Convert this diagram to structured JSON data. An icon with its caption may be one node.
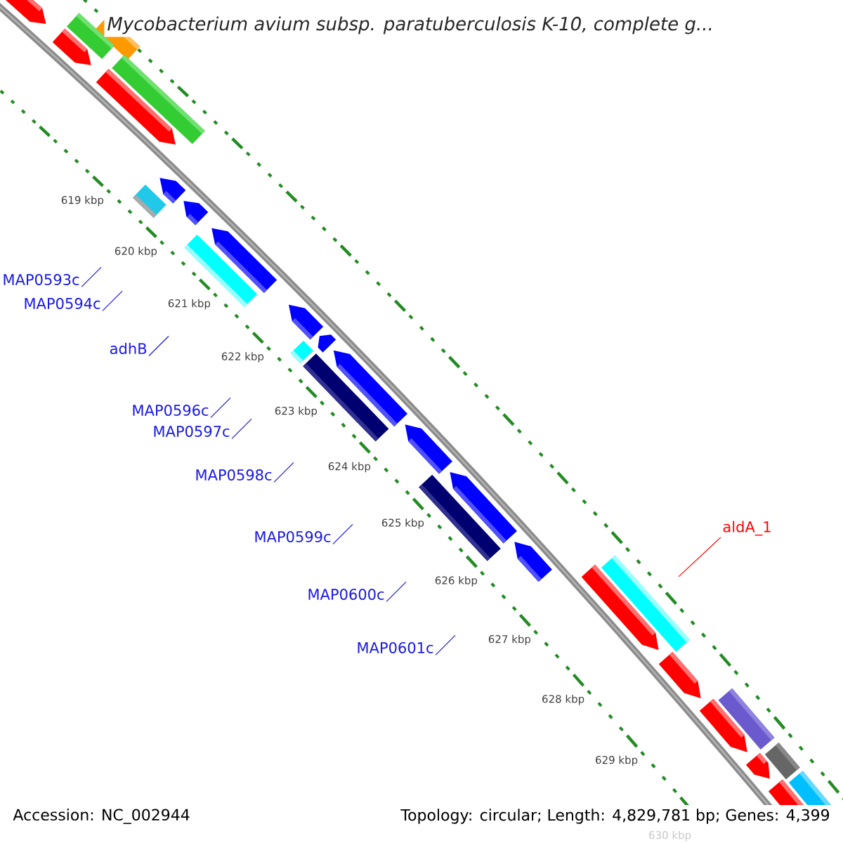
{
  "diagram": {
    "title": "Mycobacterium avium subsp. paratuberculosis K-10, complete g...",
    "nodes": [
      {
        "text": [
          "MAP0593c"
        ]
      },
      {
        "text": [
          "MAP0594c"
        ]
      },
      {
        "text": [
          "adhB"
        ]
      },
      {
        "text": [
          "MAP0596c"
        ]
      },
      {
        "text": [
          "MAP0597c"
        ]
      },
      {
        "text": [
          "MAP0598c"
        ]
      },
      {
        "text": [
          "aldA_1"
        ]
      },
      {
        "text": [
          "MAP0599c"
        ]
      },
      {
        "text": [
          "MAP0600c"
        ]
      },
      {
        "text": [
          "MAP0601c"
        ]
      }
    ],
    "edges": [
      {
        "from": 0,
        "to": null,
        "arrow": "none"
      },
      {
        "from": 1,
        "to": null,
        "arrow": "none"
      },
      {
        "from": 2,
        "to": null,
        "arrow": "none"
      },
      {
        "from": 3,
        "to": null,
        "arrow": "none"
      },
      {
        "from": 4,
        "to": null,
        "arrow": "none"
      },
      {
        "from": 5,
        "to": null,
        "arrow": "none"
      },
      {
        "from": 6,
        "to": null,
        "arrow": "none",
        "color": "#ff0000"
      },
      {
        "from": 7,
        "to": null,
        "arrow": "none"
      },
      {
        "from": 8,
        "to": null,
        "arrow": "none"
      },
      {
        "from": 9,
        "to": null,
        "arrow": "none"
      }
    ],
    "labels": [
      "619 kbp",
      "620 kbp",
      "621 kbp",
      "622 kbp",
      "623 kbp",
      "624 kbp",
      "625 kbp",
      "626 kbp",
      "627 kbp",
      "628 kbp",
      "629 kbp",
      "630 kbp",
      "Accession: NC_002944",
      "Topology: circular; Length: 4,829,781 bp; Genes: 4,399"
    ]
  }
}
